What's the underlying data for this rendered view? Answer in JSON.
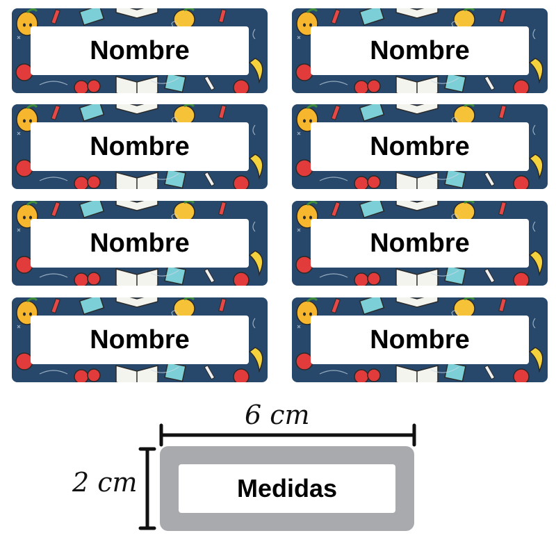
{
  "labels": [
    {
      "text": "Nombre"
    },
    {
      "text": "Nombre"
    },
    {
      "text": "Nombre"
    },
    {
      "text": "Nombre"
    },
    {
      "text": "Nombre"
    },
    {
      "text": "Nombre"
    },
    {
      "text": "Nombre"
    },
    {
      "text": "Nombre"
    }
  ],
  "sample": {
    "text": "Medidas",
    "width_text": "6 cm",
    "height_text": "2 cm"
  },
  "colors": {
    "label_background": "#27486a",
    "sample_frame": "#a8aaad",
    "text": "#000000"
  },
  "pattern_icons": [
    "lemon-icon",
    "book-icon",
    "apple-icon",
    "pencil-icon",
    "banana-icon",
    "notebook-icon"
  ]
}
